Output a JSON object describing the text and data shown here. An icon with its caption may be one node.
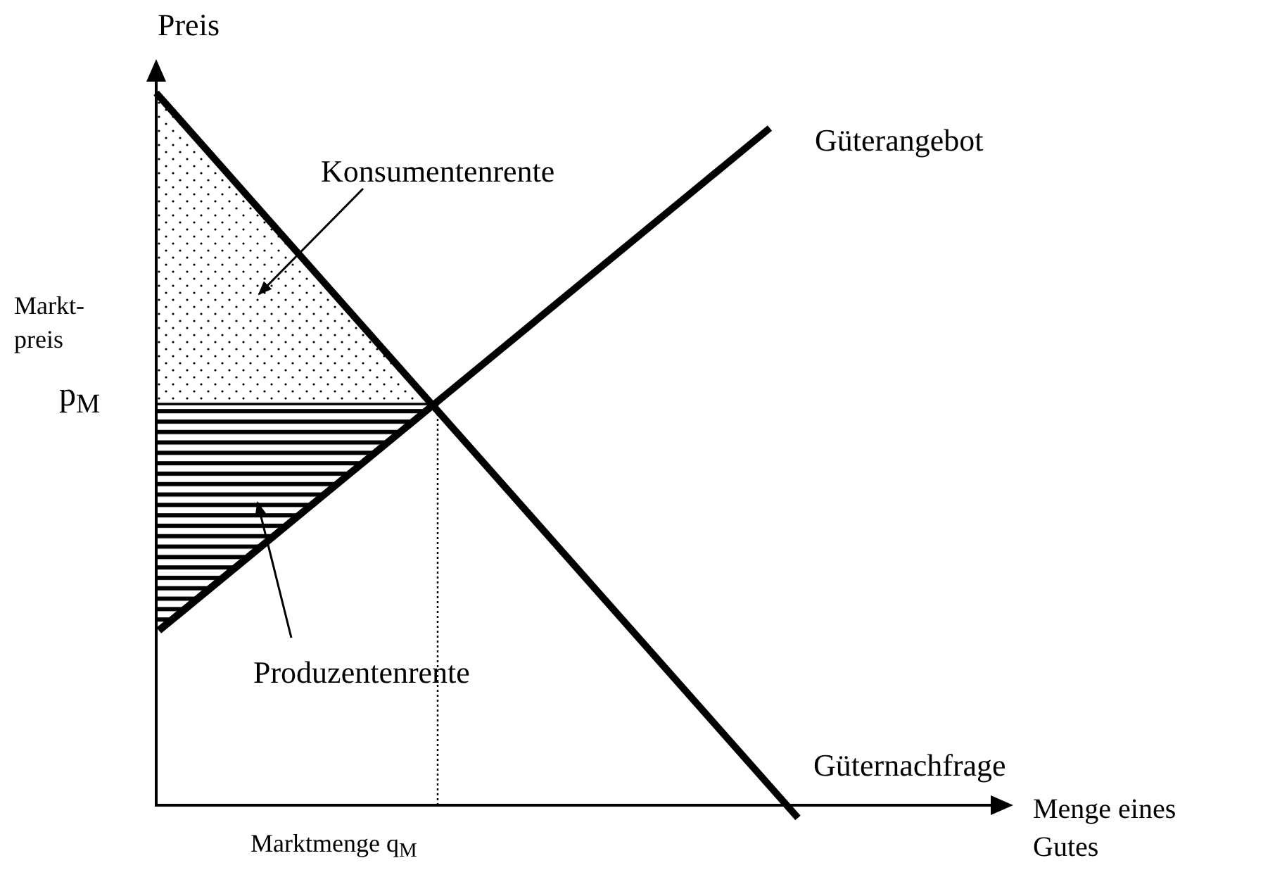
{
  "diagram": {
    "nodes": [
      {
        "text": [
          "Konsumentenrente"
        ]
      },
      {
        "text": [],
        "shape": "triangle"
      },
      {
        "text": [
          "Produzentenrente"
        ]
      },
      {
        "text": [],
        "shape": "triangle"
      }
    ],
    "edges": [
      {
        "from": 0,
        "to": 1,
        "arrow": "to"
      },
      {
        "from": 2,
        "to": 3,
        "arrow": "to"
      }
    ],
    "labels": [
      "Preis",
      "Güterangebot",
      "Markt- preis",
      "p$_{M}$",
      "Güternachfrage",
      "Menge eines Gutes",
      "Marktmenge q$_{M}$"
    ]
  }
}
